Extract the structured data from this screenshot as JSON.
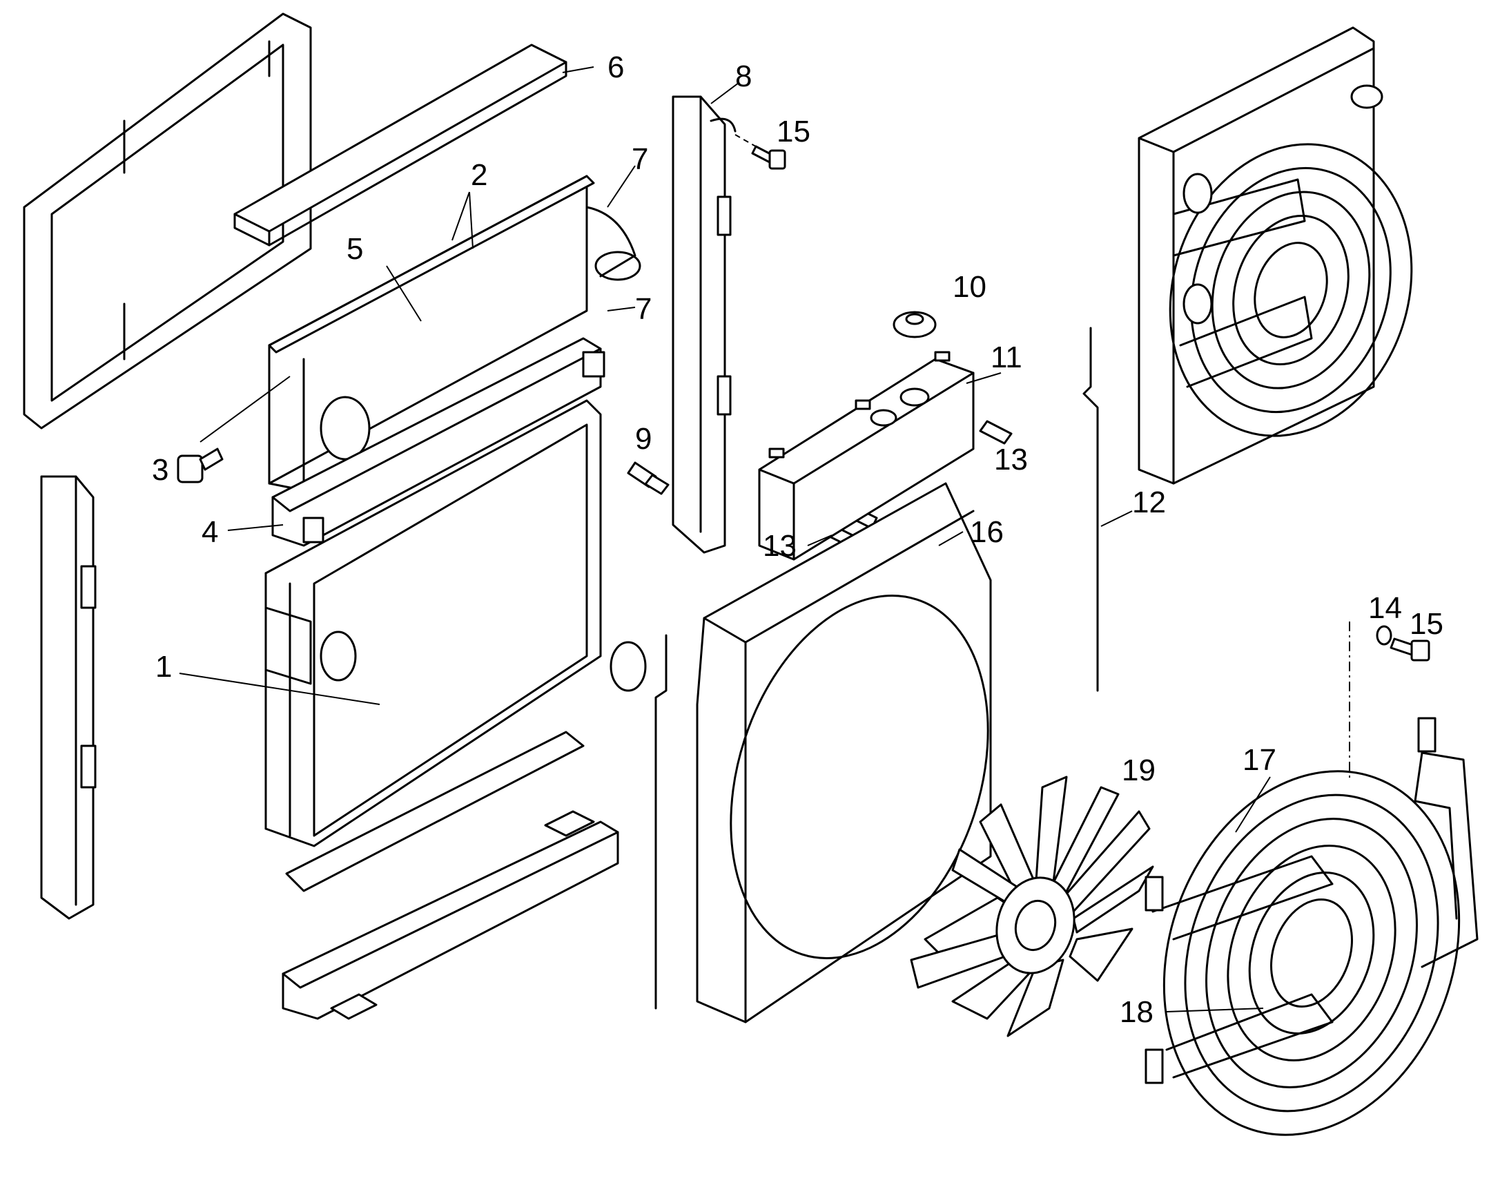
{
  "callouts": {
    "c1": "1",
    "c2": "2",
    "c3": "3",
    "c4": "4",
    "c5": "5",
    "c6": "6",
    "c7a": "7",
    "c7b": "7",
    "c8": "8",
    "c9": "9",
    "c10": "10",
    "c11": "11",
    "c12": "12",
    "c13a": "13",
    "c13b": "13",
    "c14": "14",
    "c15a": "15",
    "c15b": "15",
    "c16": "16",
    "c17": "17",
    "c18": "18",
    "c19": "19"
  }
}
